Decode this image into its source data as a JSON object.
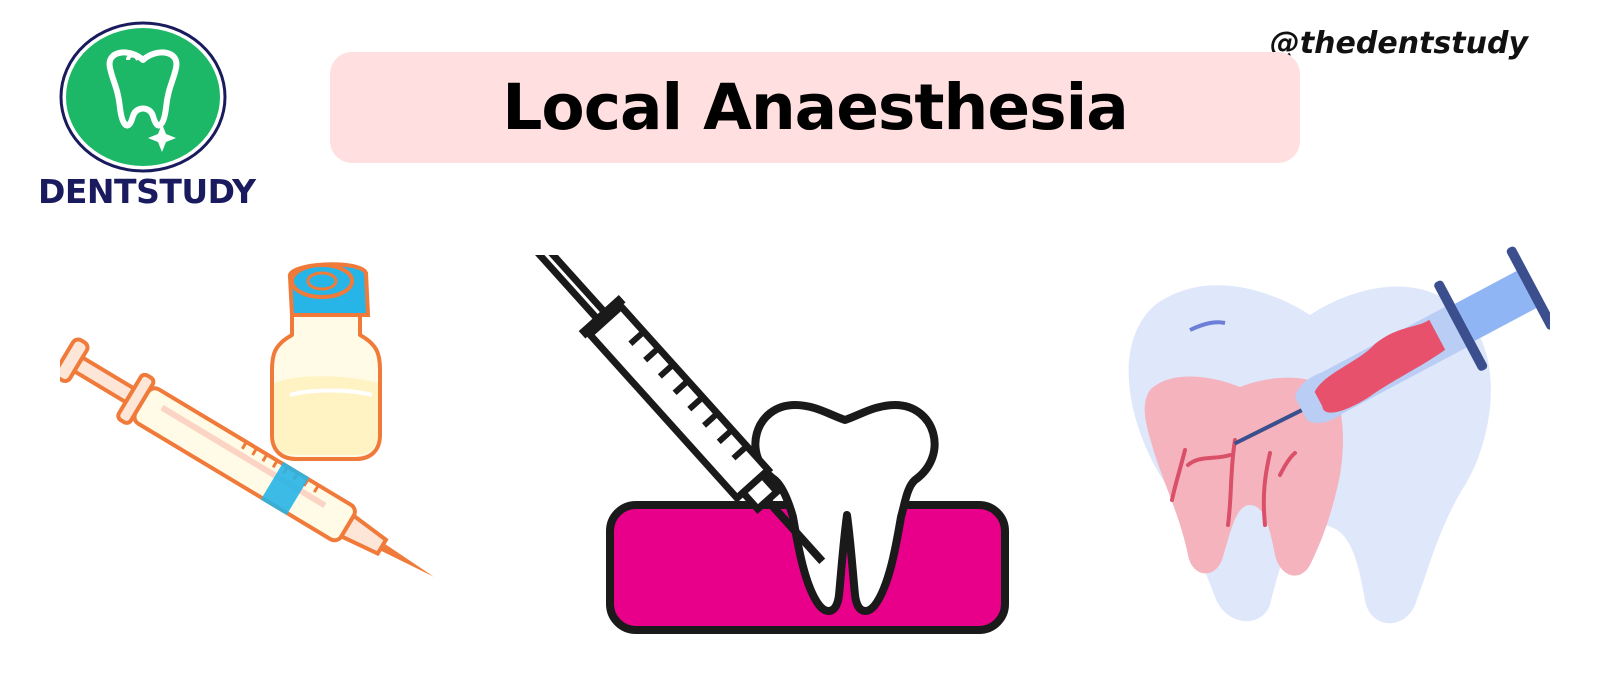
{
  "brand": {
    "name": "DENTSTUDY",
    "handle": "@thedentstudy"
  },
  "title": "Local Anaesthesia",
  "colors": {
    "brand_green": "#1db768",
    "brand_navy": "#1a1a5e",
    "banner_bg": "#ffdfdf",
    "gum_magenta": "#e8008a",
    "sketch_orange": "#f07a3a",
    "sketch_blue": "#27b4e6",
    "tooth_blue": "#dfe7fb",
    "tooth_pink": "#f4b3bd",
    "syringe_blue": "#8fb5f5",
    "liquid_red": "#e8516c"
  },
  "illustrations": {
    "left": "syringe-and-vial-icon",
    "center": "syringe-into-gum-icon",
    "right": "tooth-injection-icon"
  }
}
